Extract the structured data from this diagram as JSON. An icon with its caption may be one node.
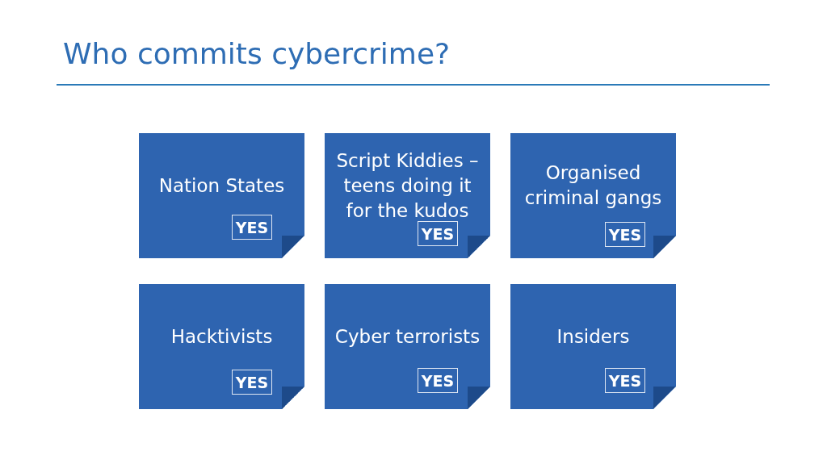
{
  "diagram": {
    "title": "Who commits cybercrime?",
    "nodes": [
      {
        "text": [
          "Nation States"
        ]
      },
      {
        "text": [
          "YES"
        ],
        "in": 0
      },
      {
        "text": [
          "Script Kiddies – teens doing it for the kudos"
        ]
      },
      {
        "text": [
          "YES"
        ],
        "in": 2
      },
      {
        "text": [
          "Organised criminal gangs"
        ]
      },
      {
        "text": [
          "YES"
        ],
        "in": 4
      },
      {
        "text": [
          "Hacktivists"
        ]
      },
      {
        "text": [
          "YES"
        ],
        "in": 6
      },
      {
        "text": [
          "Cyber terrorists"
        ]
      },
      {
        "text": [
          "YES"
        ],
        "in": 8
      },
      {
        "text": [
          "Insiders"
        ]
      },
      {
        "text": [
          "YES"
        ],
        "in": 10
      }
    ],
    "edges": []
  }
}
